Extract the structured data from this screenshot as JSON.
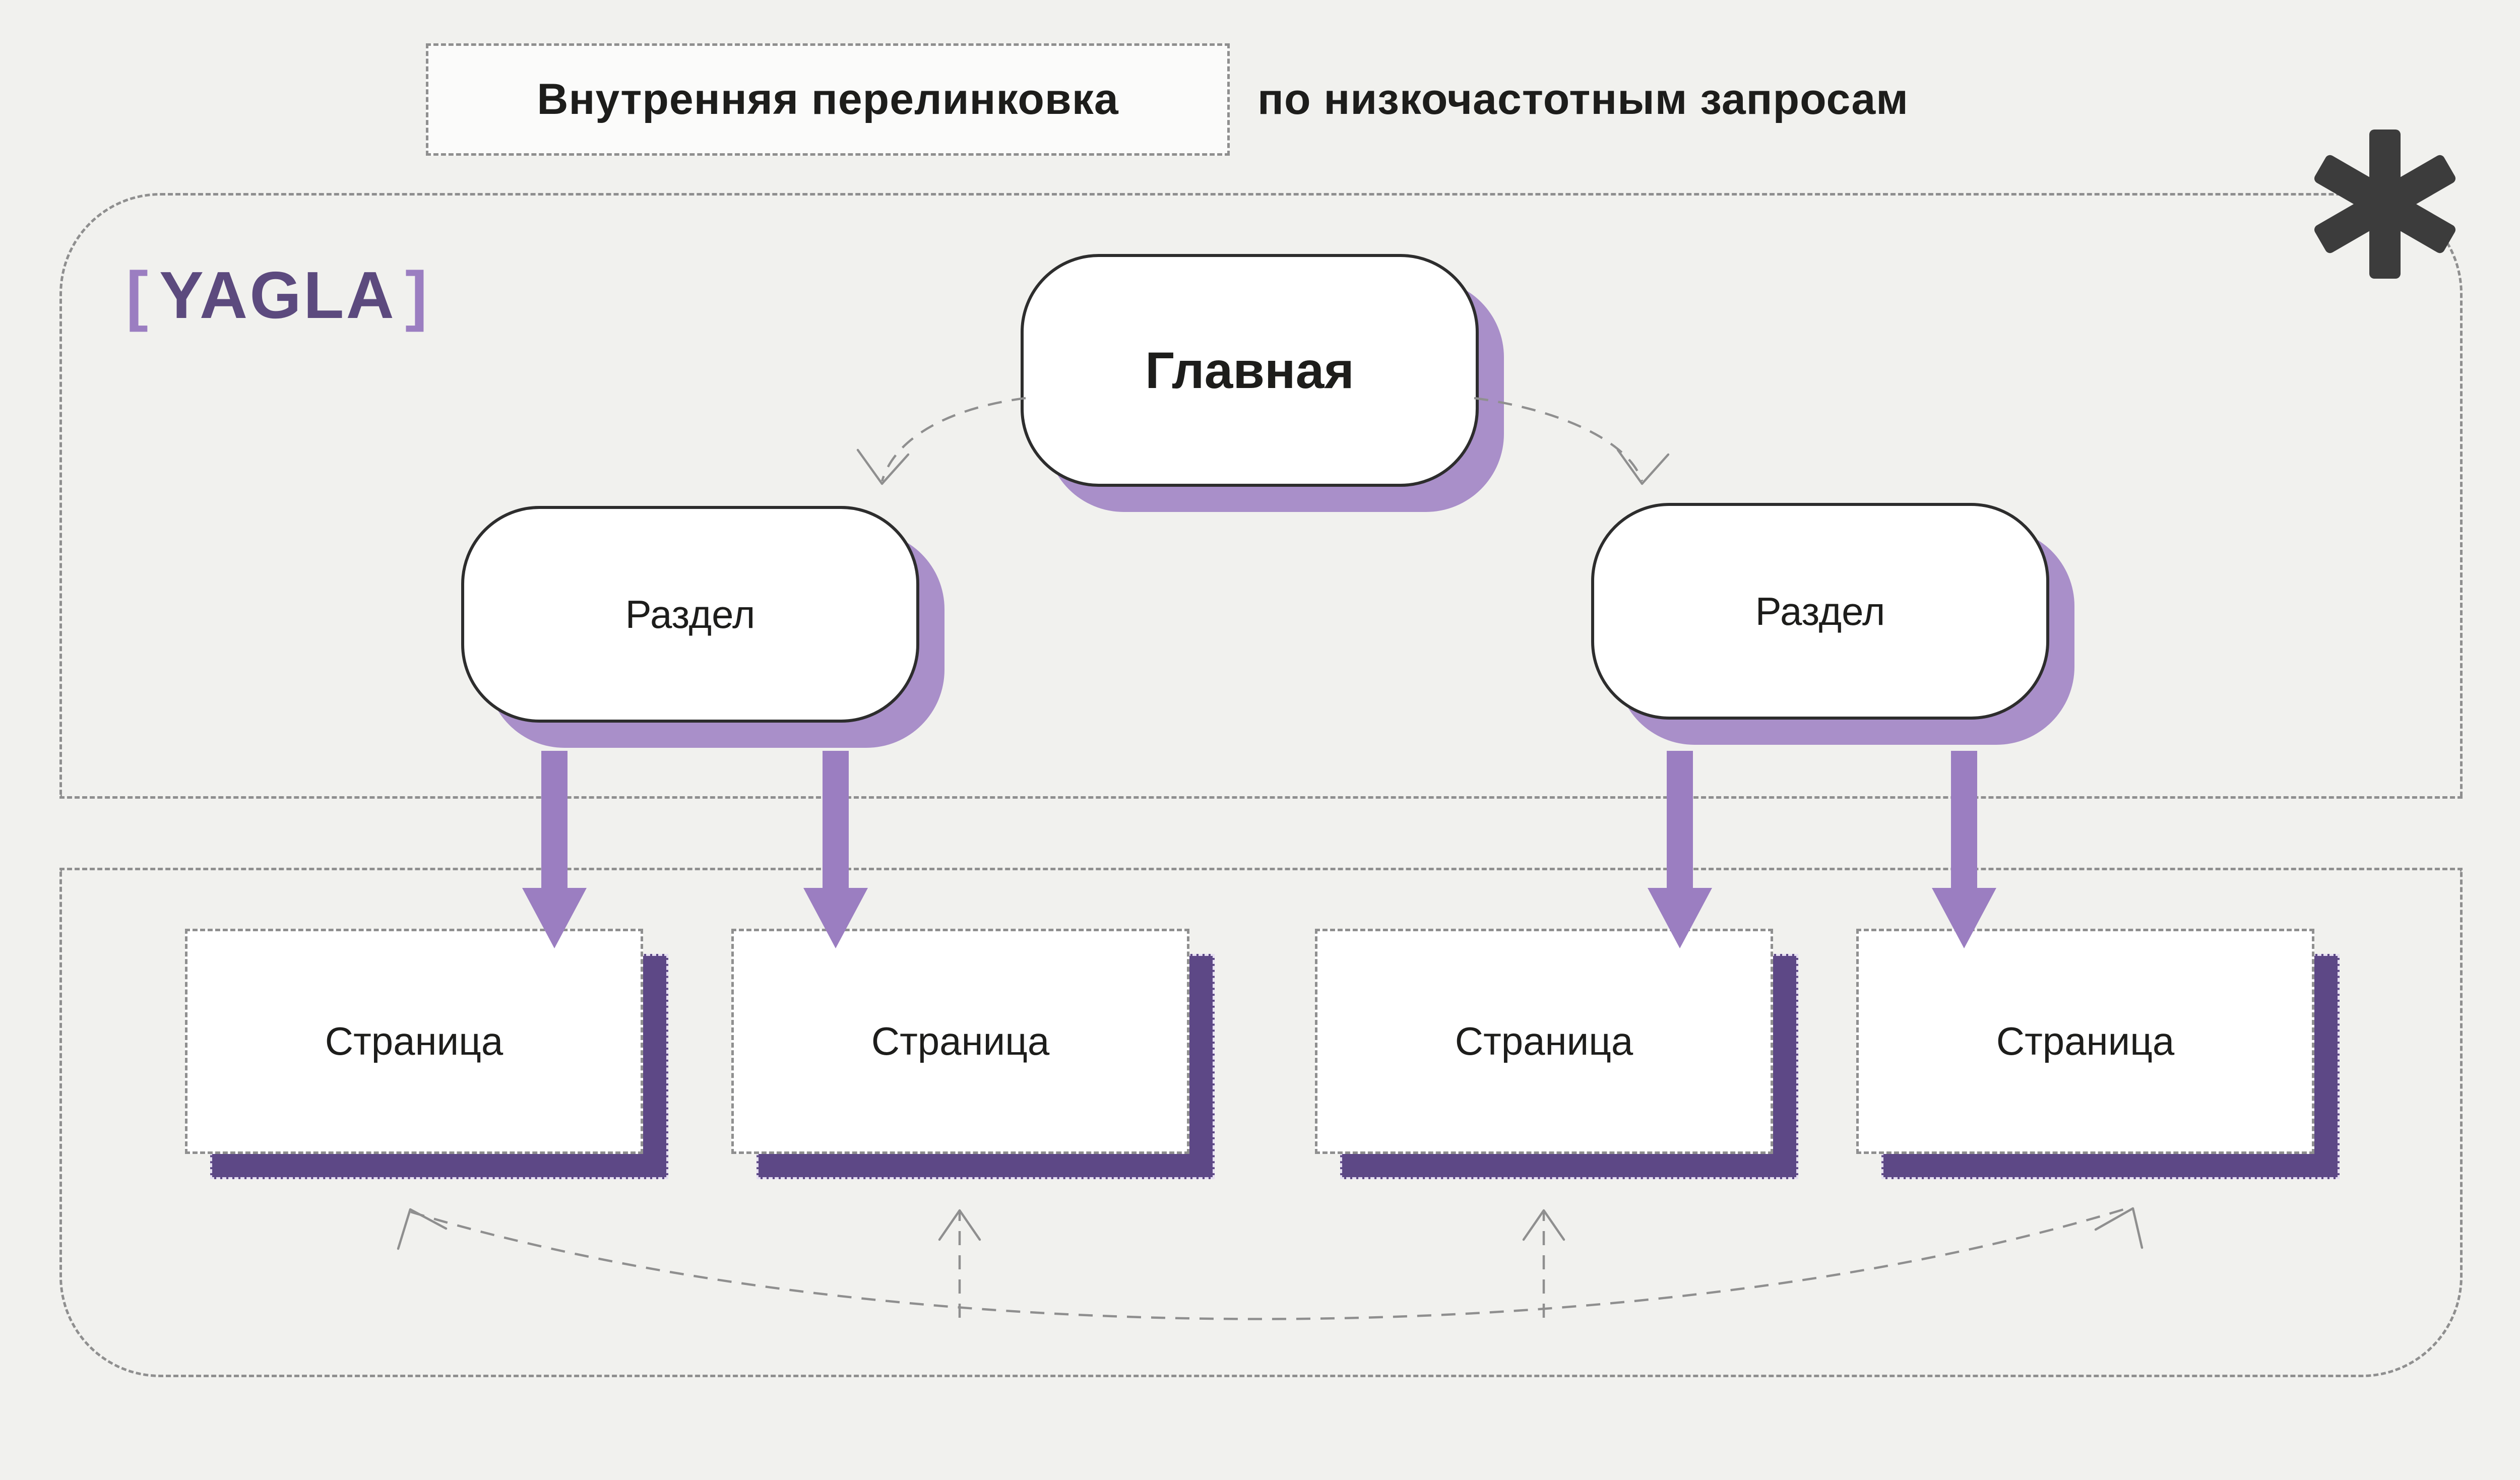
{
  "title": {
    "boxed_text": "Внутренняя перелинковка",
    "suffix_text": "по низкочастотным запросам"
  },
  "brand": {
    "bracket_left": "[",
    "name": "YAGLA",
    "bracket_right": "]"
  },
  "diagram": {
    "root": {
      "label": "Главная"
    },
    "sections": [
      {
        "label": "Раздел"
      },
      {
        "label": "Раздел"
      }
    ],
    "pages": [
      {
        "label": "Страница"
      },
      {
        "label": "Страница"
      },
      {
        "label": "Страница"
      },
      {
        "label": "Страница"
      }
    ]
  },
  "icons": {
    "decoration": "asterisk-icon"
  },
  "colors": {
    "background": "#f1f1ee",
    "accent_purple": "#9b7ec1",
    "shadow_purple_light": "#a98fc9",
    "shadow_purple_dark": "#5d4886",
    "border_dark": "#2d2d2d",
    "dashed_gray": "#8f8f8f",
    "text": "#1d1d1b"
  }
}
